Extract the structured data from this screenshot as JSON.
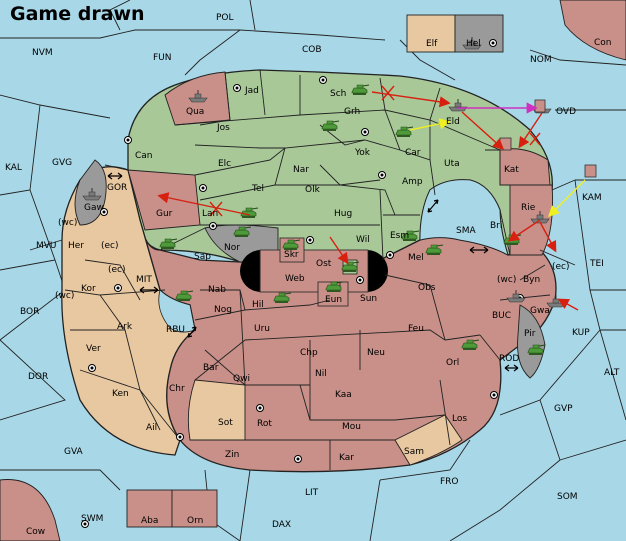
{
  "status": {
    "title": "Game drawn"
  },
  "colors": {
    "sea": "#a8d8e8",
    "green": "#a8c898",
    "rose": "#c89088",
    "tan": "#e8c8a0",
    "gray": "#9a9a9a",
    "move_red": "#d82010",
    "move_yellow": "#f0f020",
    "move_magenta": "#d030c0"
  },
  "provinces": {
    "pol": "POL",
    "nvm": "NVM",
    "fun": "FUN",
    "cob": "COB",
    "nom": "NOM",
    "con": "Con",
    "elf": "Elf",
    "hel": "Hel",
    "ovd": "OVD",
    "qua": "Qua",
    "jad": "Jad",
    "sch": "Sch",
    "grh": "Grh",
    "eld": "Eld",
    "jos": "Jos",
    "kal": "KAL",
    "gvg": "GVG",
    "can": "Can",
    "yok": "Yok",
    "car": "Car",
    "uta": "Uta",
    "kat": "Kat",
    "elc": "Elc",
    "nar": "Nar",
    "gor": "GOR",
    "tel": "Tel",
    "olk": "Olk",
    "amp": "Amp",
    "kam": "KAM",
    "gaw": "Gaw",
    "gur": "Gur",
    "lan": "Lan",
    "hug": "Hug",
    "rie": "Rie",
    "bri": "Bri",
    "wc": "(wc)",
    "ec": "(ec)",
    "sma": "SMA",
    "her": "Her",
    "nor": "Nor",
    "skr": "Skr",
    "wil": "Wil",
    "esm": "Esm",
    "mvu": "MVU",
    "sap": "Sap",
    "ost": "Ost",
    "mel": "Mel",
    "tei": "TEI",
    "web": "Web",
    "byn": "Byn",
    "mit": "MIT",
    "kor": "Kor",
    "nab": "Nab",
    "obs": "Obs",
    "eun": "Eun",
    "sun": "Sun",
    "gwa": "Gwa",
    "bor": "BOR",
    "hil": "Hil",
    "nog": "Nog",
    "buc": "BUC",
    "kup": "KUP",
    "ark": "Ark",
    "rbu": "RBU",
    "uru": "Uru",
    "feu": "Feu",
    "pir": "Pir",
    "ver": "Ver",
    "chp": "Chp",
    "neu": "Neu",
    "orl": "Orl",
    "bar": "Bar",
    "rod": "ROD",
    "dor": "DOR",
    "nil": "Nil",
    "qwi": "Qwi",
    "alt": "ALT",
    "ken": "Ken",
    "chr": "Chr",
    "kaa": "Kaa",
    "gvp": "GVP",
    "ail": "Ail",
    "sot": "Sot",
    "rot": "Rot",
    "mou": "Mou",
    "los": "Los",
    "gva": "GVA",
    "sam": "Sam",
    "zin": "Zin",
    "kar": "Kar",
    "fro": "FRO",
    "lit": "LIT",
    "som": "SOM",
    "swm": "SWM",
    "aba": "Aba",
    "orn": "Orn",
    "cow": "Cow",
    "dax": "DAX"
  }
}
